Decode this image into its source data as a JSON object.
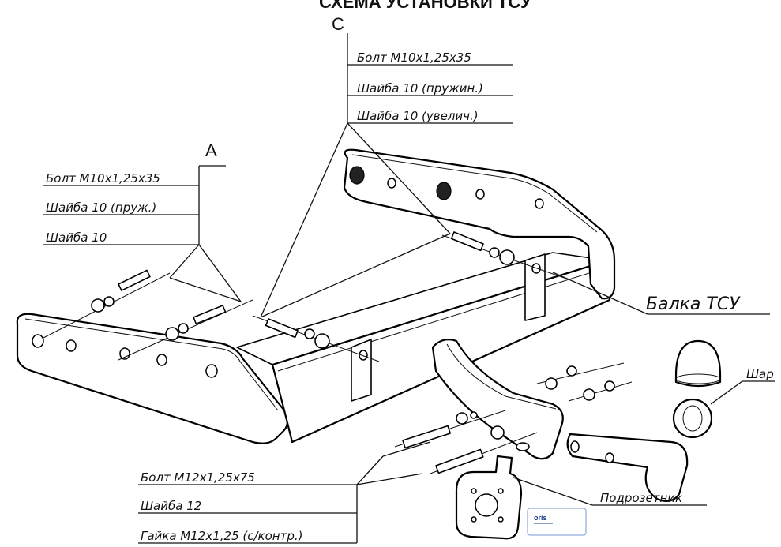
{
  "title": "СХЕМА УСТАНОВКИ ТСУ",
  "sections": {
    "a": {
      "letter": "A",
      "labels": [
        "Болт М10х1,25х35",
        "Шайба 10 (пруж.)",
        "Шайба 10"
      ]
    },
    "c": {
      "letter": "C",
      "labels": [
        "Болт М10х1,25х35",
        "Шайба 10 (пружин.)",
        "Шайба 10 (увелич.)"
      ]
    },
    "b": {
      "labels": [
        "Болт М12х1,25х75",
        "Шайба 12",
        "Гайка М12х1,25 (с/контр.)"
      ]
    }
  },
  "parts": {
    "beam": "Балка ТСУ",
    "ball": "Шар",
    "socket_plate": "Подрозетник"
  },
  "logo": {
    "text": "oris",
    "color": "#1a3c8c"
  }
}
